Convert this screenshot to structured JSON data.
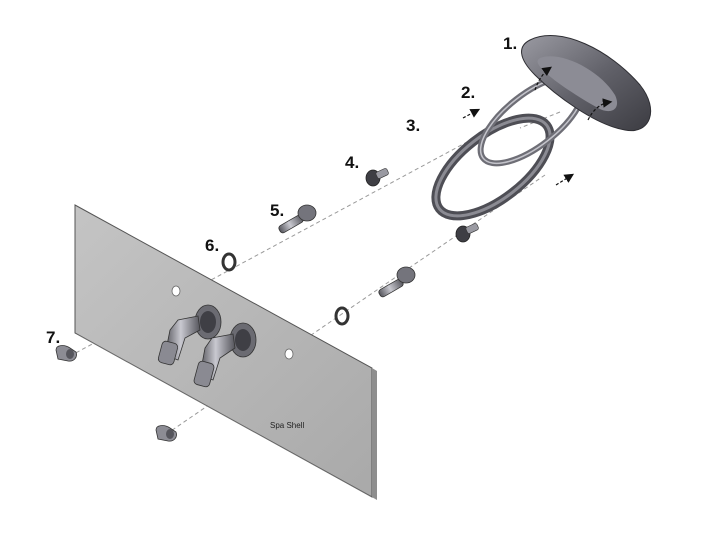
{
  "callouts": [
    {
      "id": "1",
      "label": "1."
    },
    {
      "id": "2",
      "label": "2."
    },
    {
      "id": "3",
      "label": "3."
    },
    {
      "id": "4",
      "label": "4."
    },
    {
      "id": "5",
      "label": "5."
    },
    {
      "id": "6",
      "label": "6."
    },
    {
      "id": "7",
      "label": "7."
    }
  ],
  "panel_label": "Spa Shell",
  "colors": {
    "panel_fill": "#b9b9b9",
    "panel_edge": "#555555",
    "part_dark": "#4a4a4f",
    "part_mid": "#7b7b82",
    "part_light": "#b8b8c0",
    "leader": "#9a9a9a",
    "text": "#111111"
  },
  "icons": [
    "housing-bezel",
    "gasket-ring",
    "mounting-ring",
    "fitting-nozzle",
    "screw",
    "washer",
    "clip",
    "elbow-fitting"
  ]
}
